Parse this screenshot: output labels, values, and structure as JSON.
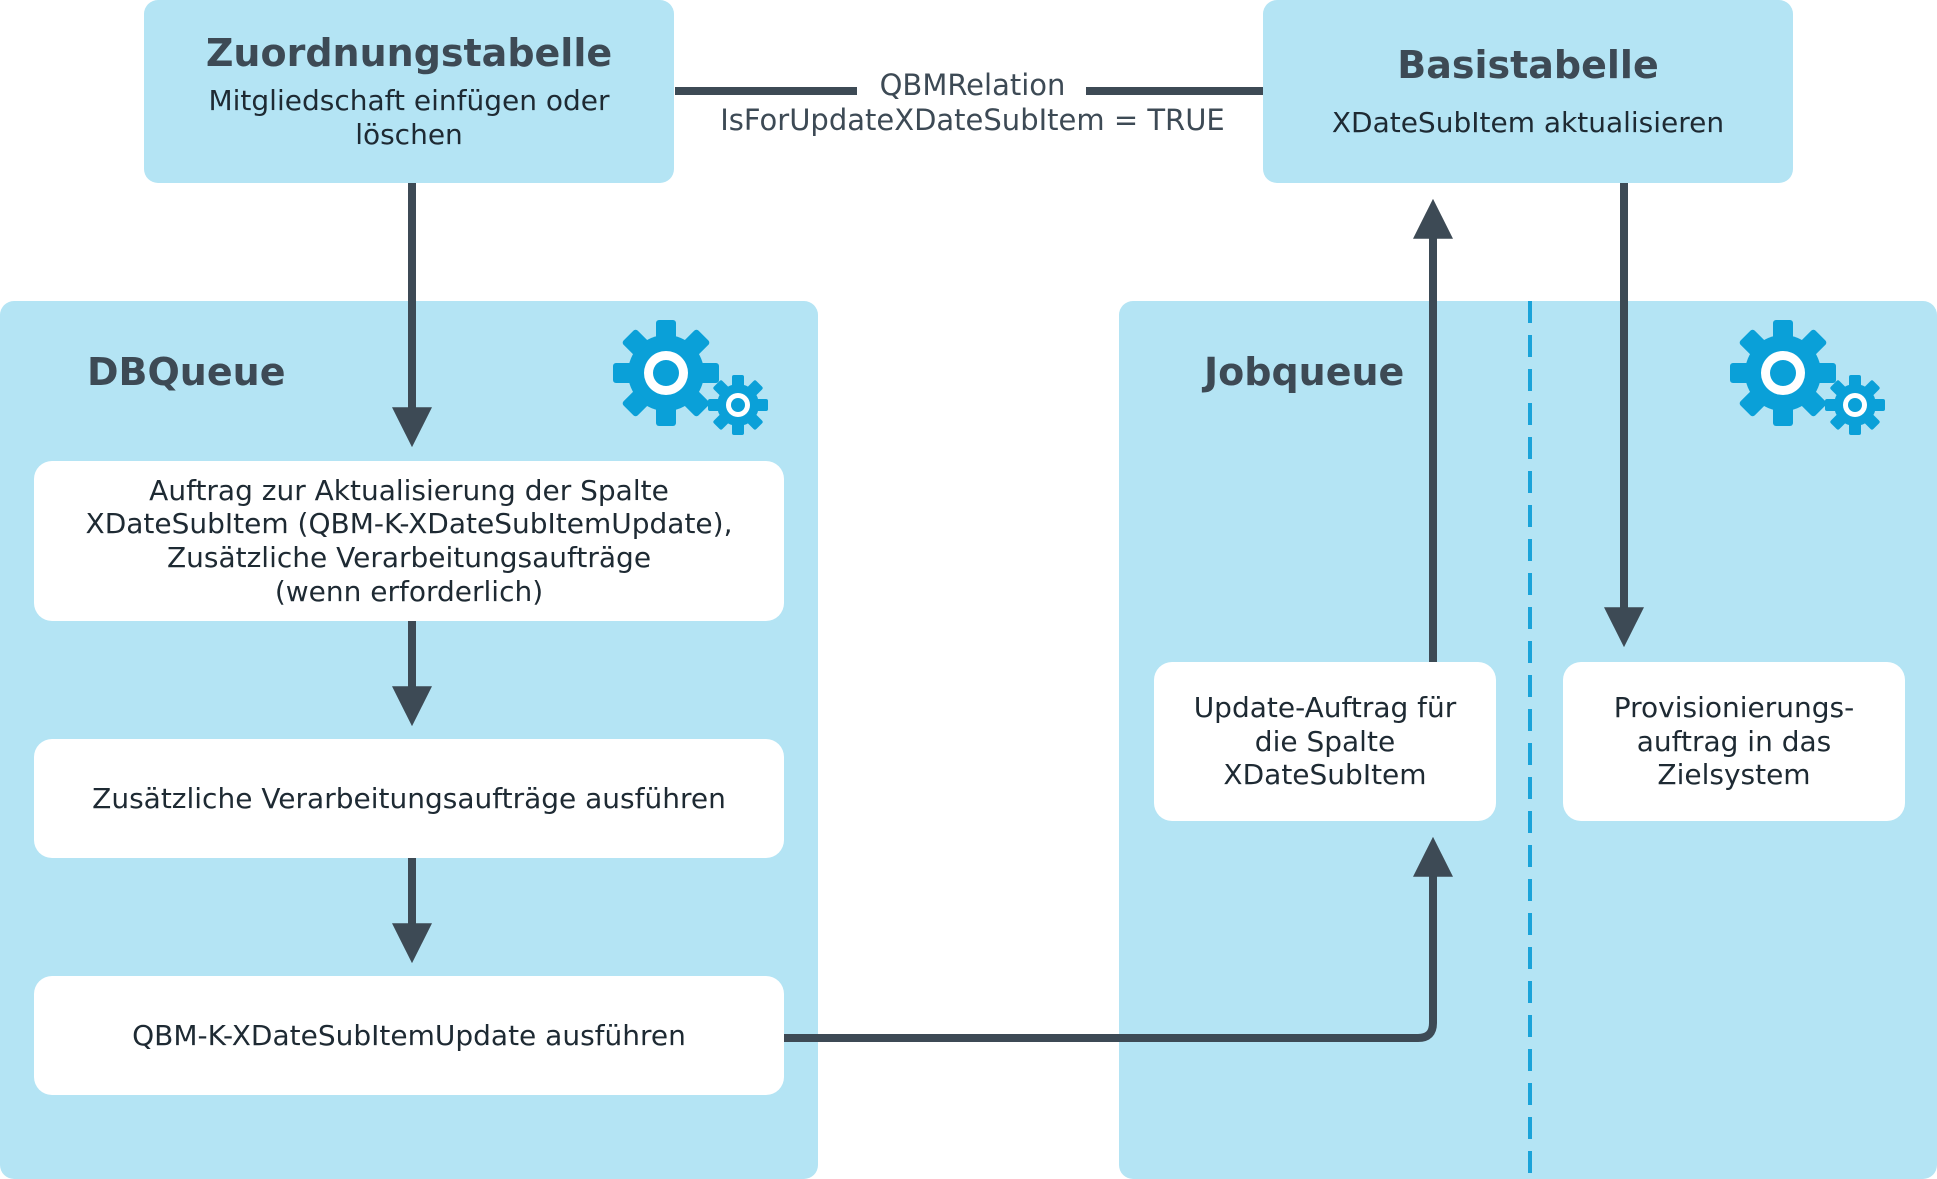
{
  "top": {
    "mapping_table": {
      "title": "Zuordnungstabelle",
      "subtitle": "Mitgliedschaft einfügen oder\nlöschen"
    },
    "base_table": {
      "title": "Basistabelle",
      "subtitle": "XDateSubItem aktualisieren"
    },
    "relation": {
      "line1": "QBMRelation",
      "line2": "IsForUpdateXDateSubItem = TRUE"
    }
  },
  "dbqueue": {
    "title": "DBQueue",
    "icon": "gears-icon",
    "steps": [
      "Auftrag zur Aktualisierung der Spalte\nXDateSubItem (QBM-K-XDateSubItemUpdate),\nZusätzliche Verarbeitungsaufträge\n(wenn erforderlich)",
      "Zusätzliche Verarbeitungsaufträge ausführen",
      "QBM-K-XDateSubItemUpdate ausführen"
    ]
  },
  "jobqueue": {
    "title": "Jobqueue",
    "icon": "gears-icon",
    "update_job": "Update-Auftrag für\ndie Spalte\nXDateSubItem",
    "provisioning_job": "Provisionierungs-\nauftrag in das\nZielsystem"
  },
  "colors": {
    "panel": "#b4e4f4",
    "arrow": "#3d4a55",
    "gear": "#0aa0d8",
    "divider": "#1aa3d9"
  }
}
